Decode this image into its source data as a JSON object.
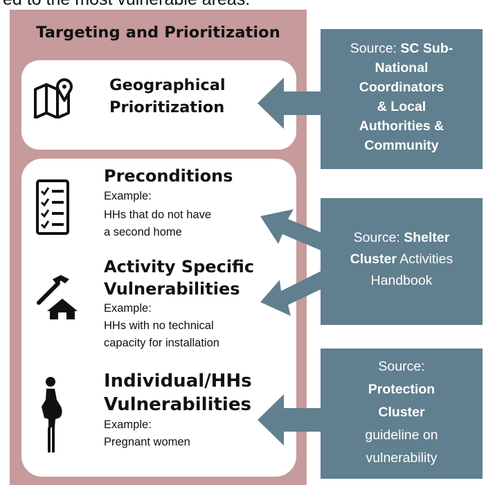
{
  "top_fragment": "ed to the most vulnerable areas.",
  "panel": {
    "title": "Targeting and Prioritization"
  },
  "geographical": {
    "title_line1": "Geographical",
    "title_line2": "Prioritization",
    "icon": "map-pin-icon"
  },
  "preconditions": {
    "title": "Preconditions",
    "example_label": "Example:",
    "example_line1": "HHs that do not have",
    "example_line2": "a second home",
    "icon": "checklist-icon"
  },
  "activity": {
    "title_line1": "Activity Specific",
    "title_line2": "Vulnerabilities",
    "example_label": "Example:",
    "example_line1": "HHs with no technical",
    "example_line2": "capacity for installation",
    "icon": "hammer-house-icon"
  },
  "individual": {
    "title_line1": "Individual/HHs",
    "title_line2": "Vulnerabilities",
    "example_label": "Example:",
    "example_line1": "Pregnant women",
    "icon": "pregnant-woman-icon"
  },
  "sources": {
    "sc": {
      "prefix": "Source: ",
      "bold1": "SC Sub-",
      "bold2": "National",
      "bold3": "Coordinators",
      "bold4": "& Local",
      "bold5": "Authorities &",
      "bold6": "Community"
    },
    "shelter": {
      "prefix": "Source: ",
      "bold1": "Shelter",
      "bold2": "Cluster",
      "rest2": " Activities",
      "line3": "Handbook"
    },
    "protection": {
      "line1": "Source:",
      "bold1": "Protection",
      "bold2": "Cluster",
      "line4": "guideline on",
      "line5": "vulnerability"
    }
  },
  "colors": {
    "panel": "#c79a9b",
    "source_box": "#607f8f",
    "arrow": "#607f8f",
    "card": "#ffffff"
  }
}
